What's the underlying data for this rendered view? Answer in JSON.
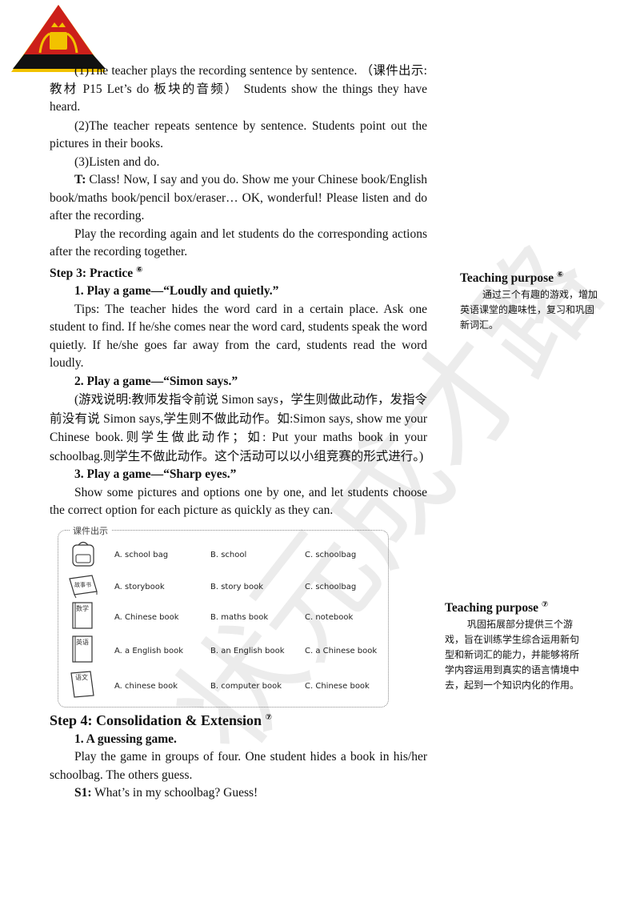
{
  "main": {
    "p1": "(1)The teacher plays the recording sentence by sentence. （课件出示:教材 P15 Let’s do 板块的音频） Students show the things they have heard.",
    "p2": "(2)The teacher repeats sentence by sentence. Students point out the pictures in their books.",
    "p3": "(3)Listen and do.",
    "p4_speaker": "T:",
    "p4_text": " Class! Now, I say and you do. Show me your Chinese book/English book/maths book/pencil box/eraser… OK, wonderful! Please listen and do after the recording.",
    "p5": "Play the recording again and let students do the corresponding actions after the recording together.",
    "step3": {
      "title": "Step 3: Practice",
      "mark": "⑥",
      "game1_title": "1. Play a game—“Loudly and quietly.”",
      "game1_text": "Tips: The teacher hides the word card in a certain place. Ask one student to find. If he/she comes near the word card, students speak the word quietly. If he/she goes far away from the card, students read the word loudly.",
      "game2_title": "2. Play a game—“Simon says.”",
      "game2_text": "(游戏说明:教师发指令前说 Simon says，学生则做此动作，发指令前没有说 Simon says,学生则不做此动作。如:Simon says, show me your Chinese book.则学生做此动作；如: Put your maths book in your schoolbag.则学生不做此动作。这个活动可以以小组竞赛的形式进行。)",
      "game3_title": "3. Play a game—“Sharp eyes.”",
      "game3_text": "Show some pictures and options one by one, and let students choose the correct option for each picture as quickly as they can."
    },
    "courseware": {
      "label": "课件出示",
      "rows": [
        {
          "icon": "schoolbag-icon",
          "a": "A. school bag",
          "b": "B. school",
          "c": "C. schoolbag"
        },
        {
          "icon": "storybook-icon",
          "pic_text": "故事书",
          "a": "A. storybook",
          "b": "B. story book",
          "c": "C. schoolbag"
        },
        {
          "icon": "maths-book-icon",
          "pic_text": "数学",
          "a": "A. Chinese book",
          "b": "B. maths book",
          "c": "C. notebook"
        },
        {
          "icon": "english-book-icon",
          "pic_text": "英语",
          "a": "A. a English book",
          "b": "B. an English book",
          "c": "C. a Chinese book"
        },
        {
          "icon": "chinese-book-icon",
          "pic_text": "语文",
          "a": "A. chinese book",
          "b": "B. computer book",
          "c": "C. Chinese book"
        }
      ]
    },
    "step4": {
      "title": "Step 4: Consolidation & Extension",
      "mark": "⑦",
      "game_title": "1. A guessing game.",
      "game_text": "Play the game in groups of four. One student hides a book in his/her schoolbag. The others guess.",
      "s1_speaker": "S1:",
      "s1_text": " What’s in my schoolbag? Guess!"
    }
  },
  "side1": {
    "title": "Teaching purpose",
    "mark": "⑥",
    "text": "通过三个有趣的游戏，增加英语课堂的趣味性，复习和巩固新词汇。"
  },
  "side2": {
    "title": "Teaching purpose",
    "mark": "⑦",
    "text": "巩固拓展部分提供三个游戏，旨在训练学生综合运用新句型和新词汇的能力，并能够将所学内容运用到真实的语言情境中去，起到一个知识内化的作用。"
  },
  "watermark": "状元成才路",
  "colors": {
    "logo_red": "#cc1f1a",
    "logo_yellow": "#f2c200",
    "logo_black": "#111111"
  }
}
